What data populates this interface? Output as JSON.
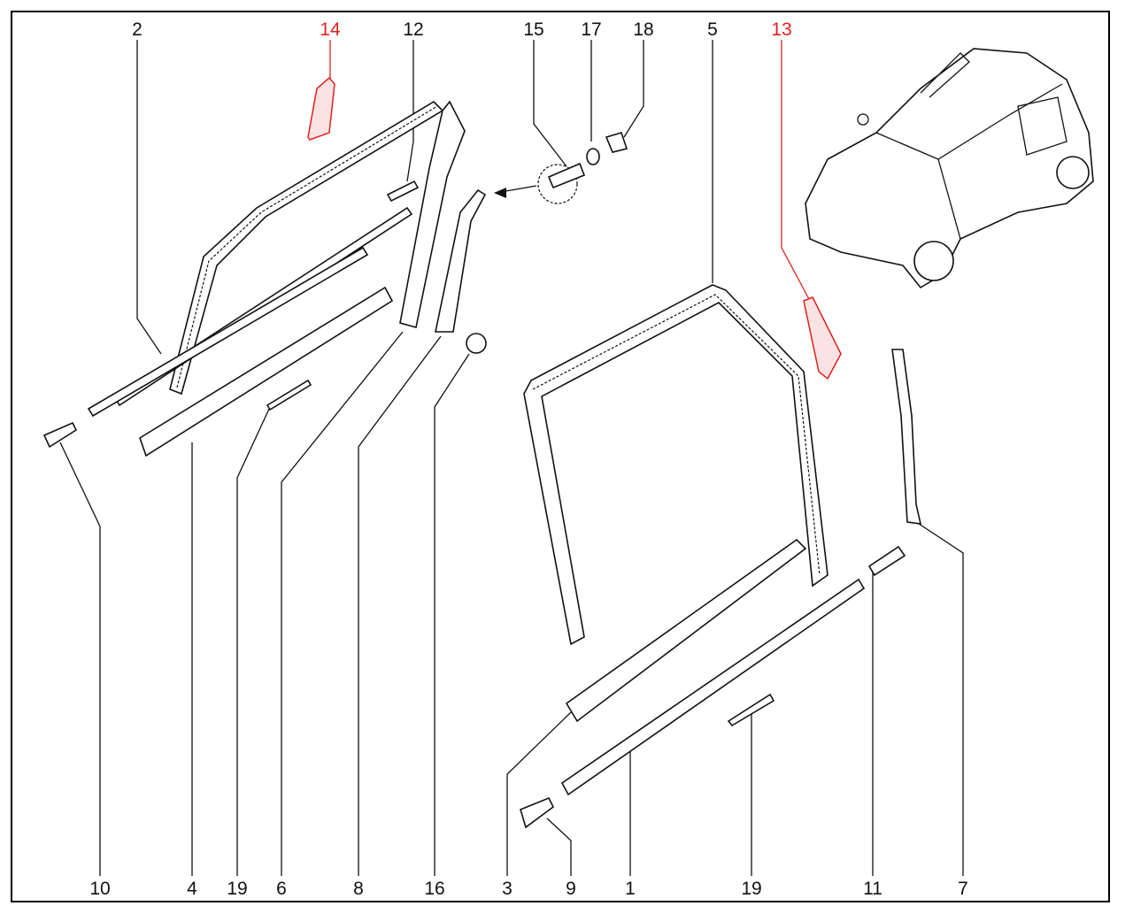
{
  "diagram": {
    "top_labels": [
      {
        "text": "2",
        "highlight": false
      },
      {
        "text": "14",
        "highlight": true
      },
      {
        "text": "12",
        "highlight": false
      },
      {
        "text": "15",
        "highlight": false
      },
      {
        "text": "17",
        "highlight": false
      },
      {
        "text": "18",
        "highlight": false
      },
      {
        "text": "5",
        "highlight": false
      },
      {
        "text": "13",
        "highlight": true
      }
    ],
    "bottom_labels": [
      "10",
      "4",
      "19",
      "6",
      "8",
      "16",
      "3",
      "9",
      "1",
      "19",
      "11",
      "7"
    ],
    "highlight_color": "#e02020"
  }
}
